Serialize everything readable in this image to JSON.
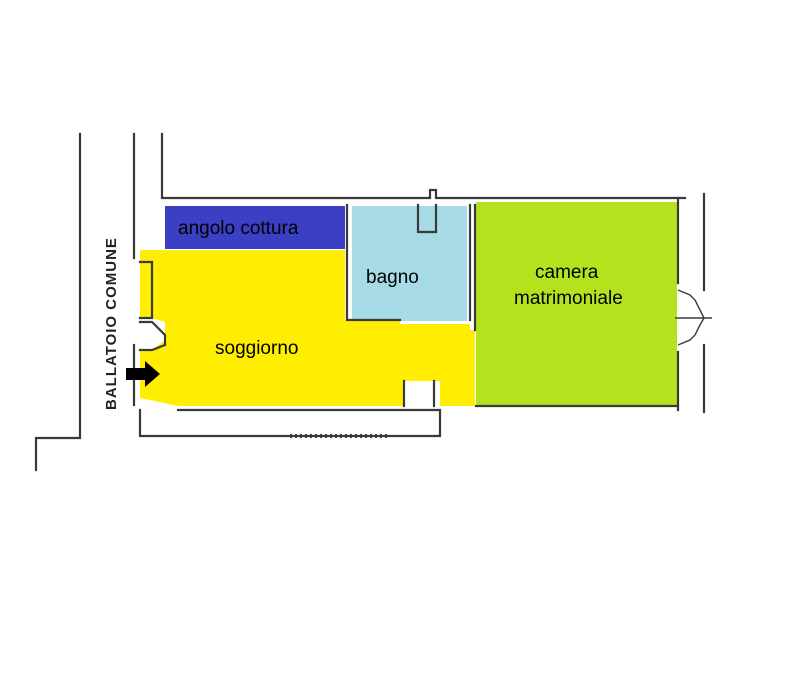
{
  "rooms": {
    "kitchen": {
      "label": "angolo cottura",
      "color": "#3a3fc4"
    },
    "bathroom": {
      "label": "bagno",
      "color": "#a6dbe6"
    },
    "bedroom": {
      "label_line1": "camera",
      "label_line2": "matrimoniale",
      "color": "#b4e31e"
    },
    "living": {
      "label": "soggiorno",
      "color": "#ffee00"
    }
  },
  "corridor": {
    "label": "BALLATOIO COMUNE"
  },
  "entrance": {
    "icon": "arrow-right-icon",
    "color": "#000000"
  }
}
